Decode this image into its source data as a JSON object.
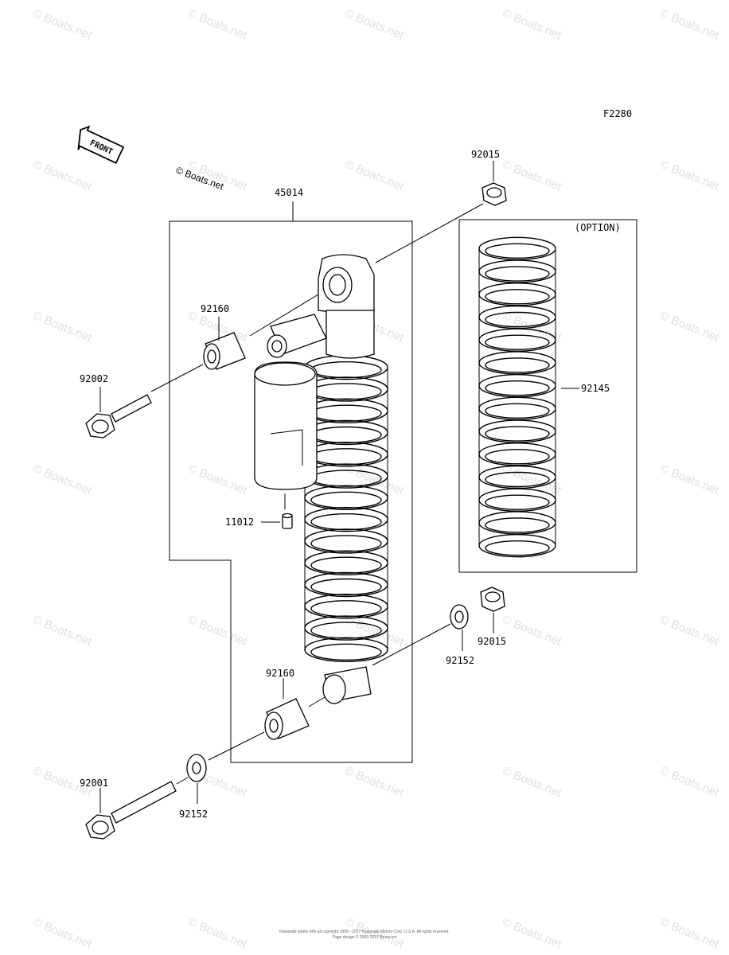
{
  "figure_code": "F2280",
  "front_label": "FRONT",
  "option_label": "(OPTION)",
  "brand_mark": "© Boats.net",
  "footer_copyright": "Kawasaki labels with all copyright 1995 - 2017 Kawasaki Motors Corp. U.S.A. All rights reserved.",
  "footer_line2": "Page design © 2000-2017 Boats.net",
  "parts": {
    "shock_assembly": "45014",
    "upper_nut": "92015",
    "lower_nut": "92015",
    "upper_bushing": "92160",
    "lower_bushing": "92160",
    "upper_bolt": "92002",
    "lower_bolt": "92001",
    "air_valve": "11012",
    "option_spring": "92145",
    "upper_washer": "92152",
    "lower_washer": "92152"
  },
  "watermark_text": "© Boats.net"
}
